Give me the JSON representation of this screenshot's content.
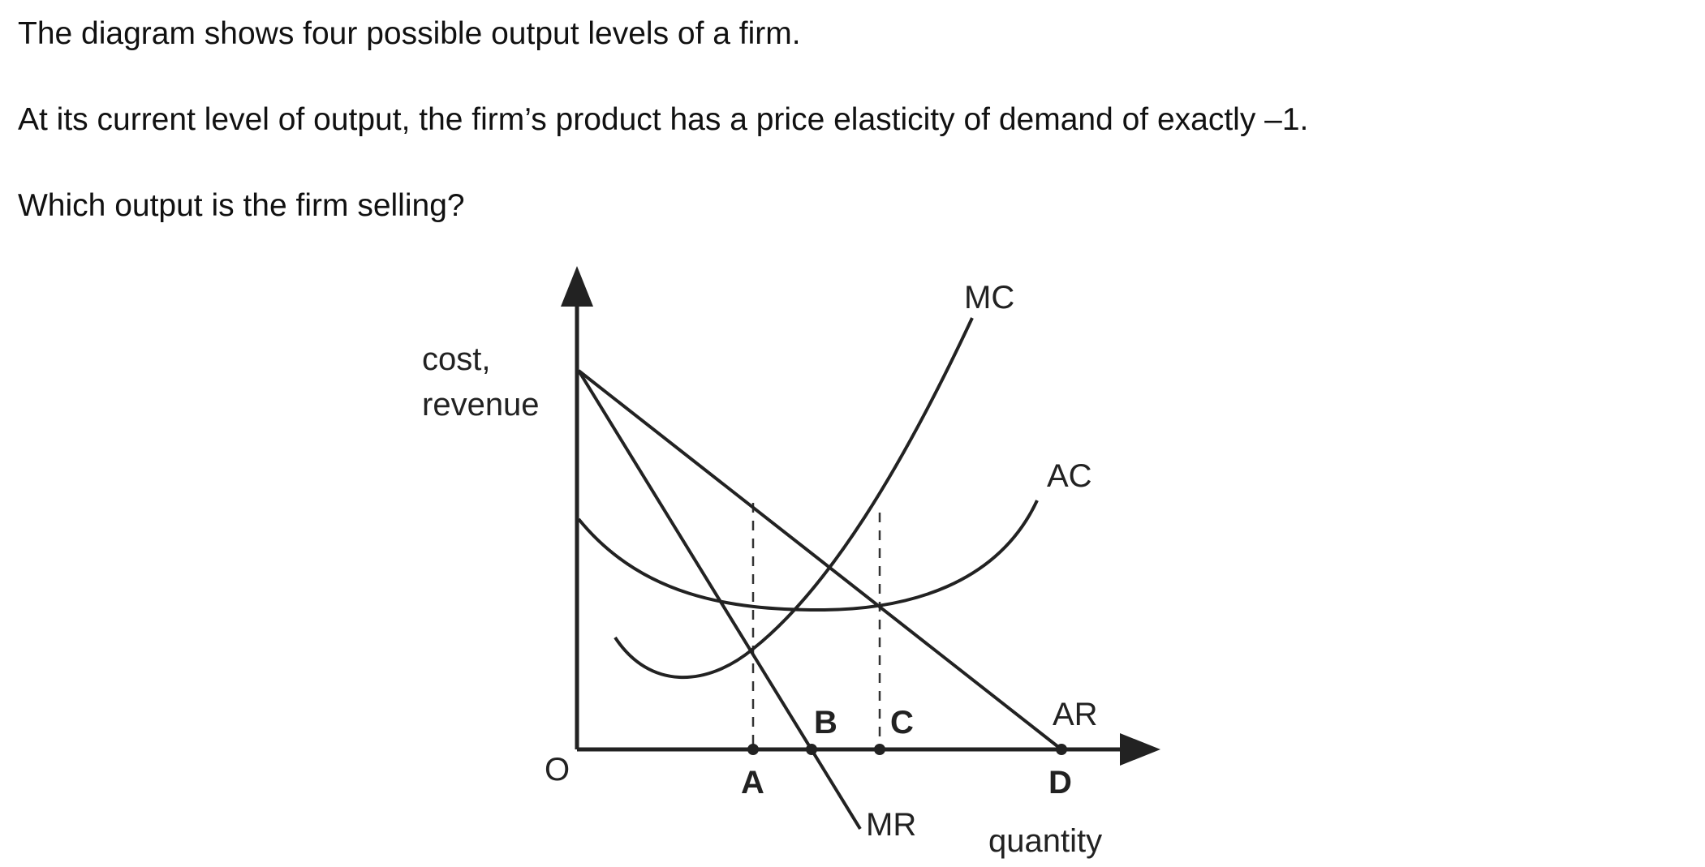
{
  "question": {
    "line1": "The diagram shows four possible output levels of a firm.",
    "line2": "At its current level of output, the firm’s product has a price elasticity of demand of exactly –1.",
    "line3": "Which output is the firm selling?"
  },
  "diagram": {
    "y_axis_label_line1": "cost,",
    "y_axis_label_line2": "revenue",
    "x_axis_label": "quantity",
    "origin_label": "O",
    "curves": {
      "mc": "MC",
      "ac": "AC",
      "ar": "AR",
      "mr": "MR"
    },
    "points": {
      "a": "A",
      "b": "B",
      "c": "C",
      "d": "D"
    },
    "line_color": "#222222"
  }
}
